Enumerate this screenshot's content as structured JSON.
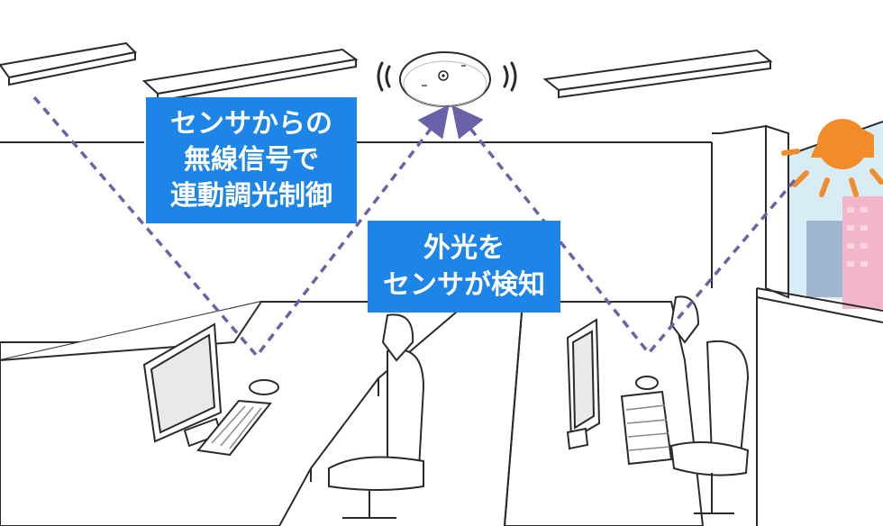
{
  "labels": {
    "wireless_control": [
      "センサからの",
      "無線信号で",
      "連動調光制御"
    ],
    "daylight_sensing": [
      "外光を",
      "センサが検知"
    ]
  },
  "colors": {
    "label_background": "#1d84e8",
    "label_text": "#ffffff",
    "signal_path": "#6a62a8",
    "sun": "#f28b2a",
    "building": "#f2b6c8",
    "building_dark": "#9fb6cf",
    "window_sky": "#d8ecf6",
    "line_art": "#2a2a2a"
  },
  "icons": {
    "sensor": "ceiling-sensor-icon",
    "sun": "sun-icon",
    "signal_waves": "signal-wave-icon"
  }
}
